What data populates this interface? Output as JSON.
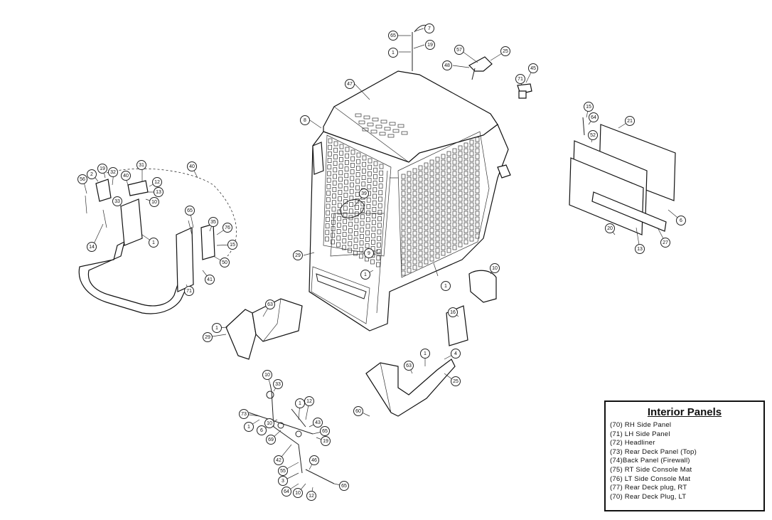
{
  "legend": {
    "title": "Interior Panels",
    "items": [
      "(70) RH Side Panel",
      "(71) LH Side Panel",
      "(72) Headliner",
      "(73) Rear Deck Panel (Top)",
      "(74)Back Panel (Firewall)",
      "(75) RT Side Console Mat",
      "(76) LT Side Console Mat",
      "(77) Rear Deck plug, RT",
      "(70) Rear Deck Plug, LT"
    ]
  },
  "callouts": [
    "65",
    "7",
    "1",
    "19",
    "47",
    "48",
    "57",
    "25",
    "71",
    "45",
    "40",
    "8",
    "56",
    "2",
    "19",
    "32",
    "40",
    "31",
    "12",
    "13",
    "10",
    "33",
    "14",
    "1",
    "65",
    "35",
    "76",
    "15",
    "50",
    "41",
    "71",
    "39",
    "29",
    "9",
    "1",
    "1",
    "10",
    "63",
    "1",
    "29",
    "4",
    "1",
    "63",
    "25",
    "16",
    "60",
    "10",
    "33",
    "73",
    "1",
    "6",
    "69",
    "10",
    "1",
    "12",
    "43",
    "65",
    "19",
    "42",
    "55",
    "3",
    "64",
    "10",
    "12",
    "46",
    "65",
    "15",
    "64",
    "52",
    "21",
    "20",
    "13",
    "27",
    "6"
  ]
}
